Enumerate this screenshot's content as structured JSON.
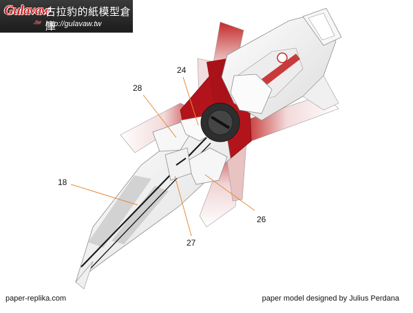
{
  "logo": {
    "brand": "Gulavaw",
    "suffix": ".tw",
    "chinese_title": "古拉豹的紙模型倉庫",
    "url": "http://gulavaw.tw"
  },
  "callouts": [
    {
      "id": "c24",
      "label": "24"
    },
    {
      "id": "c28",
      "label": "28"
    },
    {
      "id": "c18",
      "label": "18"
    },
    {
      "id": "c26",
      "label": "26"
    },
    {
      "id": "c27",
      "label": "27"
    }
  ],
  "footer": {
    "left": "paper-replika.com",
    "right": "paper model designed by Julius Perdana"
  },
  "colors": {
    "accent_red": "#b3141b",
    "hull_white": "#f4f4f4",
    "hull_grey": "#c9c9c9",
    "hub_dark": "#3a3a3a",
    "leader_orange": "#e58a3a"
  }
}
